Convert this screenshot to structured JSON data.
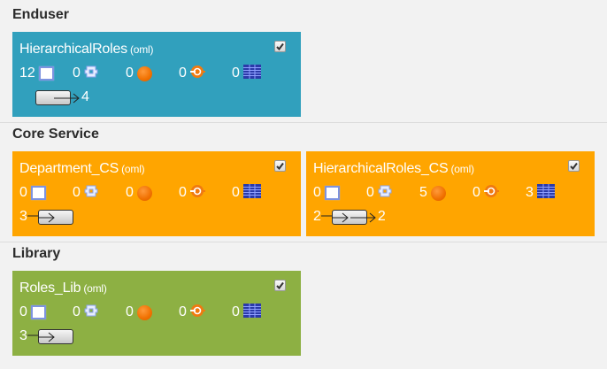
{
  "sections": [
    {
      "title": "Enduser",
      "cards": [
        {
          "name": "HierarchicalRoles",
          "kind": "(oml)",
          "color": "#31a0bd",
          "checked": true,
          "metrics": {
            "classes": "12",
            "interfaces": "0",
            "components": "0",
            "services": "0",
            "tables": "0"
          },
          "deps": {
            "incoming": "",
            "outgoing": "4"
          }
        }
      ]
    },
    {
      "title": "Core Service",
      "cards": [
        {
          "name": "Department_CS",
          "kind": "(oml)",
          "color": "#ffa500",
          "checked": true,
          "metrics": {
            "classes": "0",
            "interfaces": "0",
            "components": "0",
            "services": "0",
            "tables": "0"
          },
          "deps": {
            "incoming": "3",
            "outgoing": ""
          }
        },
        {
          "name": "HierarchicalRoles_CS",
          "kind": "(oml)",
          "color": "#ffa500",
          "checked": true,
          "metrics": {
            "classes": "0",
            "interfaces": "0",
            "components": "5",
            "services": "0",
            "tables": "3"
          },
          "deps": {
            "incoming": "2",
            "outgoing": "2"
          }
        }
      ]
    },
    {
      "title": "Library",
      "cards": [
        {
          "name": "Roles_Lib",
          "kind": "(oml)",
          "color": "#8db043",
          "checked": true,
          "metrics": {
            "classes": "0",
            "interfaces": "0",
            "components": "0",
            "services": "0",
            "tables": "0"
          },
          "deps": {
            "incoming": "3",
            "outgoing": ""
          }
        }
      ]
    }
  ],
  "icons": {
    "classes": "class-box-icon",
    "interfaces": "interface-puzzle-icon",
    "components": "component-ball-icon",
    "services": "service-ring-icon",
    "tables": "table-grid-icon",
    "package": "package-icon"
  }
}
